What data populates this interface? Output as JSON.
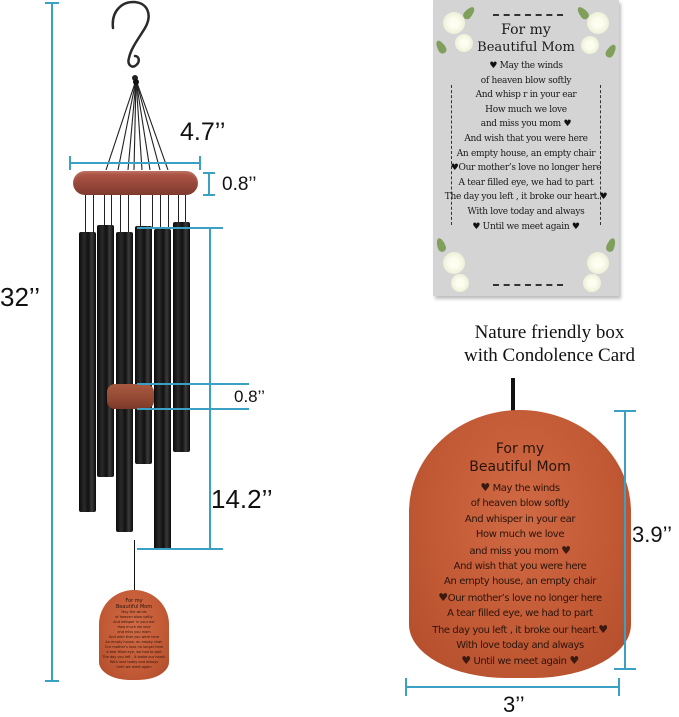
{
  "product": {
    "colors": {
      "dimension_line": "#3aa0c4",
      "wood": "#a04a3a",
      "tag": "#c25a35",
      "card_bg": "#d4d4d4",
      "tubes": "#111111"
    }
  },
  "dimensions": {
    "total_height": "32’’",
    "top_width": "4.7’’",
    "top_thickness": "0.8’’",
    "striker_thickness": "0.8’’",
    "longest_tube": "14.2’’",
    "tag_height": "3.9’’",
    "tag_width": "3’’"
  },
  "card": {
    "title_line1": "For my",
    "title_line2": "Beautiful Mom",
    "poem": [
      "May the winds",
      "of heaven blow softly",
      "And whisp r in your ear",
      "How much we love",
      "and miss you mom",
      "And wish that you were here",
      "An empty house, an empty chair",
      "Our mother’s love no longer here",
      "A tear filled eye, we had to part",
      "The day you left , it broke our heart.",
      "With love today and always",
      "Until we meet again"
    ]
  },
  "caption": {
    "line1": "Nature friendly box",
    "line2": "with Condolence Card"
  },
  "tag": {
    "title_line1": "For my",
    "title_line2": "Beautiful Mom",
    "poem": [
      "May the winds",
      "of heaven blow softly",
      "And whisper in your ear",
      "How much we love",
      "and miss you mom",
      "And wish that you were here",
      "An empty house, an empty chair",
      "Our mother’s love no longer here",
      "A tear filled eye, we had to part",
      "The day you left , it broke our heart.",
      "With love today and always",
      "Until we meet again"
    ]
  },
  "icons": {
    "heart": "♥"
  }
}
